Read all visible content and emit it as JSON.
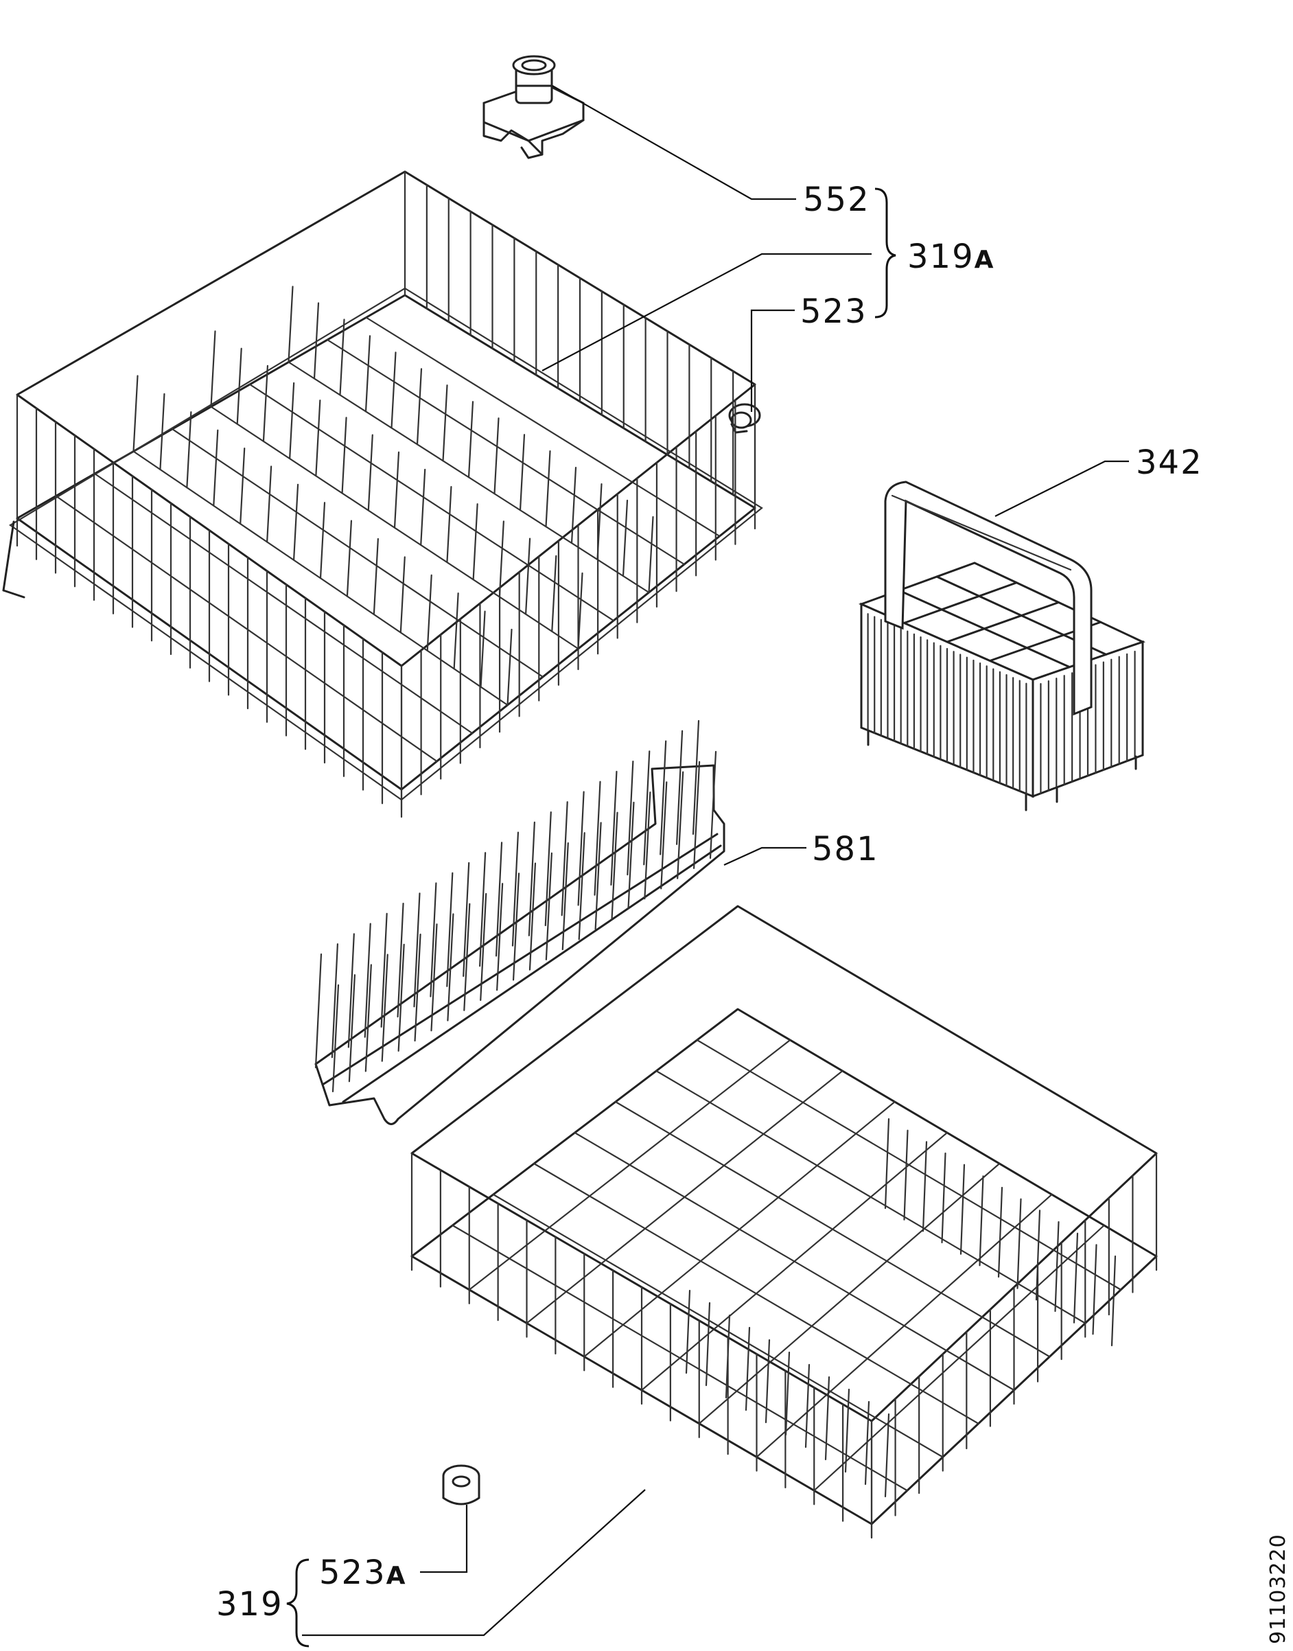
{
  "labels": {
    "p552": "552",
    "p319a": "319",
    "p319a_suffix": "A",
    "p523": "523",
    "p342": "342",
    "p581": "581",
    "p523a": "523",
    "p523a_suffix": "A",
    "p319": "319"
  },
  "document_id": "91103220"
}
